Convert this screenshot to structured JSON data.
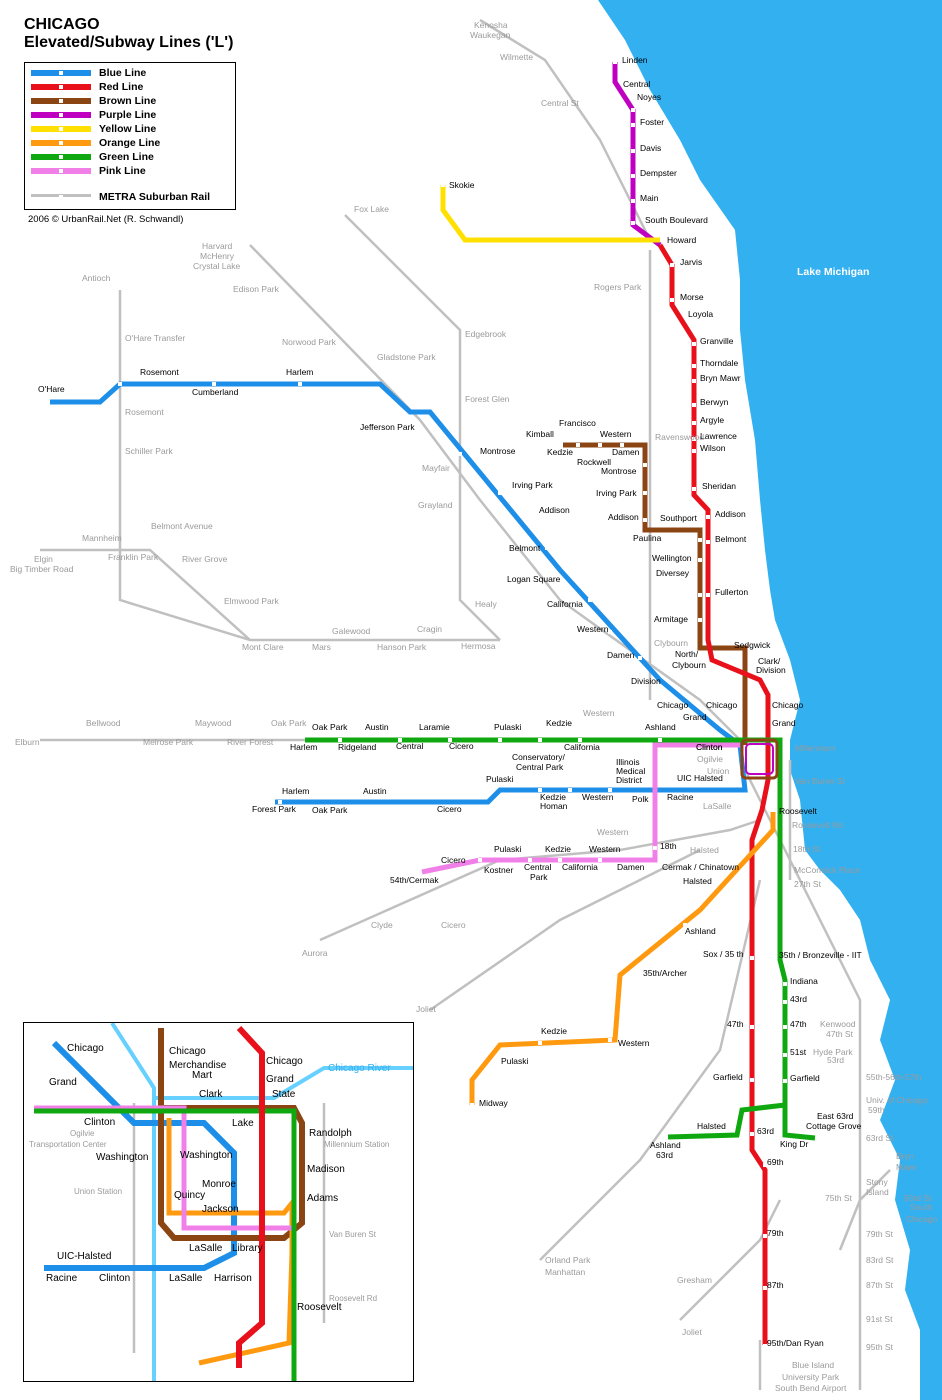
{
  "title": {
    "line1": "CHICAGO",
    "line2": "Elevated/Subway Lines ('L')"
  },
  "copyright": "2006 © UrbanRail.Net (R. Schwandl)",
  "lake_label": "Lake Michigan",
  "colors": {
    "blue": "#1e8fe8",
    "red": "#e8111b",
    "brown": "#8b4513",
    "purple": "#c000c0",
    "yellow": "#ffe000",
    "orange": "#ff9a10",
    "green": "#10a810",
    "pink": "#f080e8",
    "metra": "#c0c0c0",
    "lake": "#33b0f0",
    "river": "#66d0ff"
  },
  "legend": [
    {
      "label": "Blue Line",
      "color": "#1e8fe8"
    },
    {
      "label": "Red Line",
      "color": "#e8111b"
    },
    {
      "label": "Brown Line",
      "color": "#8b4513"
    },
    {
      "label": "Purple Line",
      "color": "#c000c0"
    },
    {
      "label": "Yellow Line",
      "color": "#ffe000"
    },
    {
      "label": "Orange Line",
      "color": "#ff9a10"
    },
    {
      "label": "Green Line",
      "color": "#10a810"
    },
    {
      "label": "Pink Line",
      "color": "#f080e8"
    },
    {
      "label": "METRA Suburban Rail",
      "color": "#c0c0c0"
    }
  ],
  "stations": {
    "red": [
      "Howard",
      "Jarvis",
      "Morse",
      "Loyola",
      "Granville",
      "Thorndale",
      "Bryn Mawr",
      "Berwyn",
      "Argyle",
      "Lawrence",
      "Wilson",
      "Sheridan",
      "Addison",
      "Belmont",
      "Fullerton",
      "North/",
      "Clybourn",
      "Clark/",
      "Division",
      "Chicago",
      "Grand",
      "Roosevelt",
      "Cermak / Chinatown",
      "Sox / 35 th",
      "47th",
      "Garfield",
      "63rd",
      "69th",
      "79th",
      "87th",
      "95th/Dan Ryan"
    ],
    "purple": [
      "Linden",
      "Central",
      "Noyes",
      "Foster",
      "Davis",
      "Dempster",
      "Main",
      "South Boulevard"
    ],
    "yellow": [
      "Skokie"
    ],
    "brown": [
      "Kimball",
      "Kedzie",
      "Francisco",
      "Rockwell",
      "Western",
      "Damen",
      "Montrose",
      "Irving Park",
      "Addison",
      "Paulina",
      "Southport",
      "Wellington",
      "Diversey",
      "Armitage",
      "Sedgwick",
      "Chicago"
    ],
    "blue": [
      "O'Hare",
      "Rosemont",
      "Cumberland",
      "Harlem",
      "Jefferson Park",
      "Montrose",
      "Irving Park",
      "Addison",
      "Belmont",
      "Logan Square",
      "California",
      "Western",
      "Damen",
      "Division",
      "Chicago",
      "Grand",
      "Clinton",
      "UIC Halsted",
      "Racine",
      "Polk",
      "Illinois",
      "Medical",
      "District",
      "Western",
      "Kedzie",
      "Homan",
      "Pulaski",
      "Cicero",
      "Austin",
      "Oak Park",
      "Harlem",
      "Forest Park"
    ],
    "green": [
      "Harlem",
      "Oak Park",
      "Ridgeland",
      "Austin",
      "Central",
      "Laramie",
      "Cicero",
      "Pulaski",
      "Conservatory/",
      "Central Park",
      "Kedzie",
      "California",
      "Ashland",
      "Clinton",
      "35th / Bronzeville - IIT",
      "Indiana",
      "43rd",
      "47th",
      "51st",
      "Garfield",
      "King Dr",
      "East 63rd",
      "Cottage Grove",
      "Halsted",
      "Ashland",
      "63rd"
    ],
    "orange": [
      "Halsted",
      "Ashland",
      "35th/Archer",
      "Western",
      "Kedzie",
      "Pulaski",
      "Midway"
    ],
    "pink": [
      "54th/Cermak",
      "Cicero",
      "Kostner",
      "Pulaski",
      "Central",
      "Park",
      "Kedzie",
      "California",
      "Western",
      "Damen",
      "18th"
    ]
  },
  "metra_labels": [
    "Kenosha",
    "Waukegan",
    "Wilmette",
    "Central St",
    "Fox Lake",
    "Harvard",
    "McHenry",
    "Crystal Lake",
    "Antioch",
    "Edison Park",
    "Rogers Park",
    "Edgebrook",
    "O'Hare Transfer",
    "Norwood Park",
    "Gladstone Park",
    "Forest Glen",
    "Rosemont",
    "Schiller Park",
    "Ravenswood",
    "Mayfair",
    "Grayland",
    "Belmont Avenue",
    "Mannheim",
    "Franklin Park",
    "River Grove",
    "Elgin",
    "Big Timber Road",
    "Elmwood Park",
    "Healy",
    "Clybourn",
    "Galewood",
    "Cragin",
    "Mont Clare",
    "Mars",
    "Hanson Park",
    "Hermosa",
    "Bellwood",
    "Maywood",
    "Oak Park",
    "Elburn",
    "Melrose Park",
    "River Forest",
    "Western",
    "Ogilvie",
    "Union",
    "Millennium",
    "Van Buren St",
    "LaSalle",
    "Roosevelt Rd",
    "Western",
    "Halsted",
    "18th St",
    "McCormick Place",
    "27th St",
    "Clyde",
    "Cicero",
    "Aurora",
    "Joliet",
    "Kenwood",
    "47th St",
    "Hyde Park",
    "53rd",
    "55th-56th-57th",
    "Univ. of Chicago",
    "59th",
    "63rd St",
    "Stony",
    "Island",
    "Bryn",
    "Mawr",
    "75th St",
    "93rd St",
    "South",
    "Chicago",
    "79th St",
    "83rd St",
    "87th St",
    "91st St",
    "95th St",
    "Orland Park",
    "Manhattan",
    "Gresham",
    "Joliet",
    "Blue Island",
    "University Park",
    "South Bend Airport"
  ],
  "inset": {
    "labels": [
      "Chicago",
      "Grand",
      "Clinton",
      "Ogilvie",
      "Transportation Center",
      "Washington",
      "Union Station",
      "UIC-Halsted",
      "Racine",
      "Clinton",
      "LaSalle",
      "Chicago",
      "Merchandise",
      "Mart",
      "Clark",
      "Lake",
      "Washington",
      "Monroe",
      "Quincy",
      "Jackson",
      "LaSalle",
      "Library",
      "Harrison",
      "Chicago",
      "Grand",
      "State",
      "Randolph",
      "Millennium Station",
      "Madison",
      "Adams",
      "Van Buren St",
      "Roosevelt Rd",
      "Roosevelt",
      "Chicago River"
    ]
  }
}
